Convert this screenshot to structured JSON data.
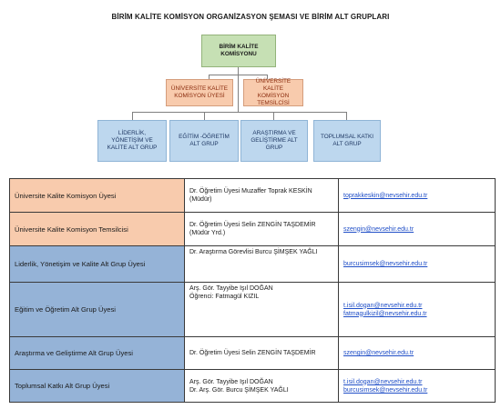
{
  "title": "BİRİM KALİTE KOMİSYON ORGANİZASYON ŞEMASI VE BİRİM ALT GRUPLARI",
  "chart": {
    "top": "BİRİM KALİTE\nKOMİSYONU",
    "middle": [
      "ÜNİVERSİTE KALİTE\nKOMİSYON ÜYESİ",
      "ÜNİVERSİTE KALİTE\nKOMİSYON\nTEMSİLCİSİ"
    ],
    "bottom": [
      "LİDERLİK,\nYÖNETİŞİM VE\nKALİTE ALT GRUP",
      "EĞİTİM -ÖĞRETİM\nALT GRUP",
      "ARAŞTIRMA VE\nGELİŞTİRME ALT\nGRUP",
      "TOPLUMSAL KATKI\nALT GRUP"
    ]
  },
  "colors": {
    "green": "#c6e0b4",
    "orange": "#f8cbad",
    "blue": "#bdd7ee",
    "table_blue": "#95b3d7",
    "link": "#1f4ec7"
  },
  "rows": [
    {
      "role": "Üniversite Kalite Komisyon Üyesi",
      "person": "Dr. Öğretim Üyesi Muzaffer Toprak KESKİN\n(Müdür)",
      "email": "toprakkeskin@nevsehir.edu.tr"
    },
    {
      "role": "Üniversite Kalite Komisyon Temsilcisi",
      "person": "Dr. Öğretim Üyesi Selin ZENGİN TAŞDEMİR\n(Müdür Yrd.)",
      "email": "szengin@nevsehir.edu.tr"
    },
    {
      "role": "Liderlik, Yönetişim ve Kalite Alt Grup Üyesi",
      "person": "Dr. Araştırma Görevlisi Burcu ŞİMŞEK YAĞLI",
      "email": "burcusimsek@nevsehir.edu.tr"
    },
    {
      "role": "Eğitim ve Öğretim Alt Grup Üyesi",
      "person": "Arş. Gör. Tayyibe Işıl DOĞAN\nÖğrenci: Fatmagül KIZIL",
      "email": "t.isil.dogan@nevsehir.edu.tr",
      "email2": "fatmagulkizil@nevsehir.edu.tr"
    },
    {
      "role": "Araştırma ve Geliştirme Alt Grup Üyesi",
      "person": "Dr. Öğretim Üyesi Selin ZENGİN TAŞDEMİR",
      "email": "szengin@nevsehir.edu.tr"
    },
    {
      "role": "Toplumsal Katkı Alt Grup Üyesi",
      "person": "Arş. Gör. Tayyibe Işıl DOĞAN\nDr. Arş. Gör. Burcu ŞİMŞEK YAĞLI",
      "email": "t.isil.dogan@nevsehir.edu.tr",
      "email2": "burcusimsek@nevsehir.edu.tr"
    }
  ]
}
